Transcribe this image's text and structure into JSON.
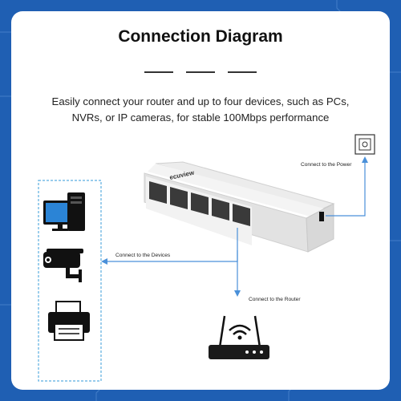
{
  "header": {
    "title": "Connection Diagram",
    "subtitle": "Easily connect your router and up to four devices, such as PCs, NVRs, or IP cameras, for stable 100Mbps performance"
  },
  "switch": {
    "brand": "ecuview"
  },
  "labels": {
    "power": "Connect to the Power",
    "devices": "Connect to the Devices",
    "router": "Connect to the Router"
  },
  "icons": [
    "pc-icon",
    "security-camera-icon",
    "printer-icon",
    "power-outlet-icon",
    "router-icon"
  ],
  "colors": {
    "background": "#1f5fb3",
    "card": "#ffffff",
    "connector_line": "#4a90d9",
    "device_box_border": "#5aaee0",
    "router_body": "#1a1a1a"
  }
}
